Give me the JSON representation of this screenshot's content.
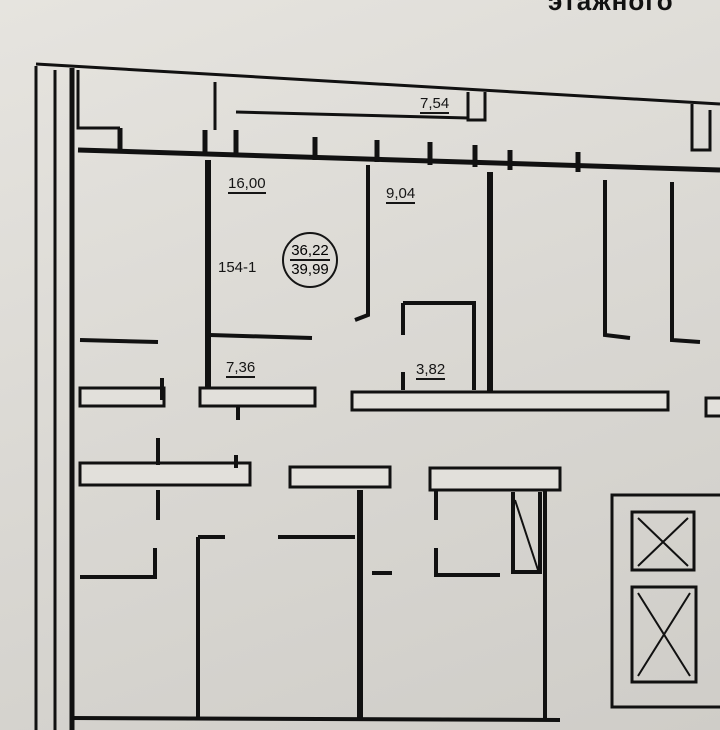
{
  "header": {
    "title_fragment": "этажного"
  },
  "apartment": {
    "number": "154-1",
    "living_area": "36,22",
    "total_area": "39,99",
    "rooms": [
      {
        "area": "16,00"
      },
      {
        "area": "9,04"
      },
      {
        "area": "7,36"
      },
      {
        "area": "3,82"
      },
      {
        "area": "7,54"
      }
    ]
  }
}
